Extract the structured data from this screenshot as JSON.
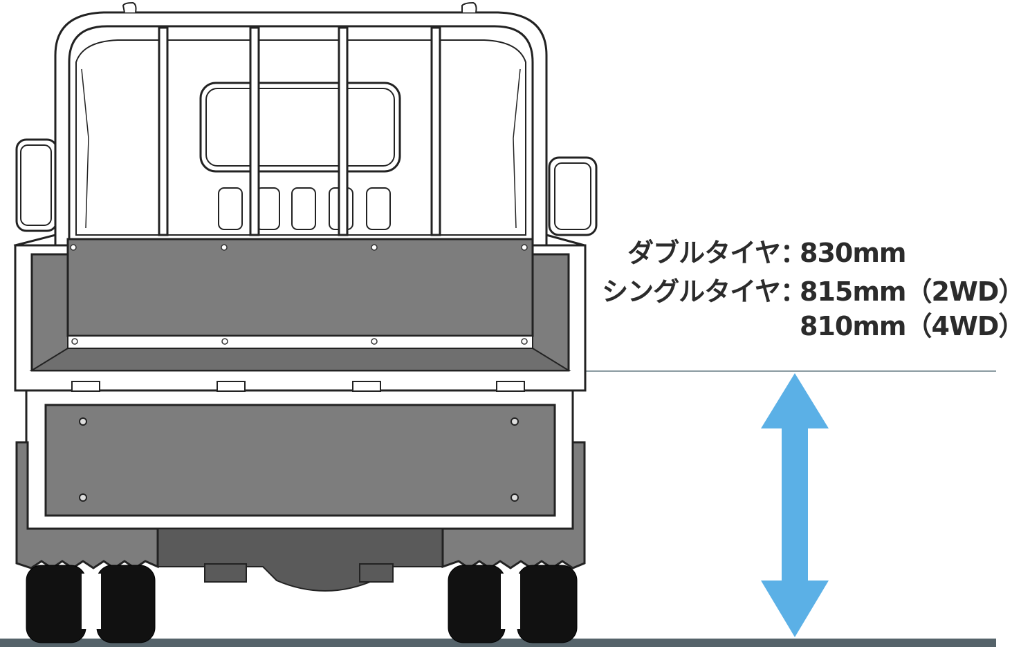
{
  "specs": {
    "double_tire": {
      "label": "ダブルタイヤ",
      "value": "830mm"
    },
    "single_tire": {
      "label": "シングルタイヤ",
      "value_2wd": "815mm（2WD）",
      "value_4wd": "810mm（4WD）"
    },
    "colon": "："
  },
  "colors": {
    "arrow": "#5bb0e6",
    "panel": "#7d7d7d",
    "panel_dark": "#5a5a5a",
    "outline": "#222222",
    "ground": "#55636a",
    "guide_line": "#8a9aa0"
  }
}
